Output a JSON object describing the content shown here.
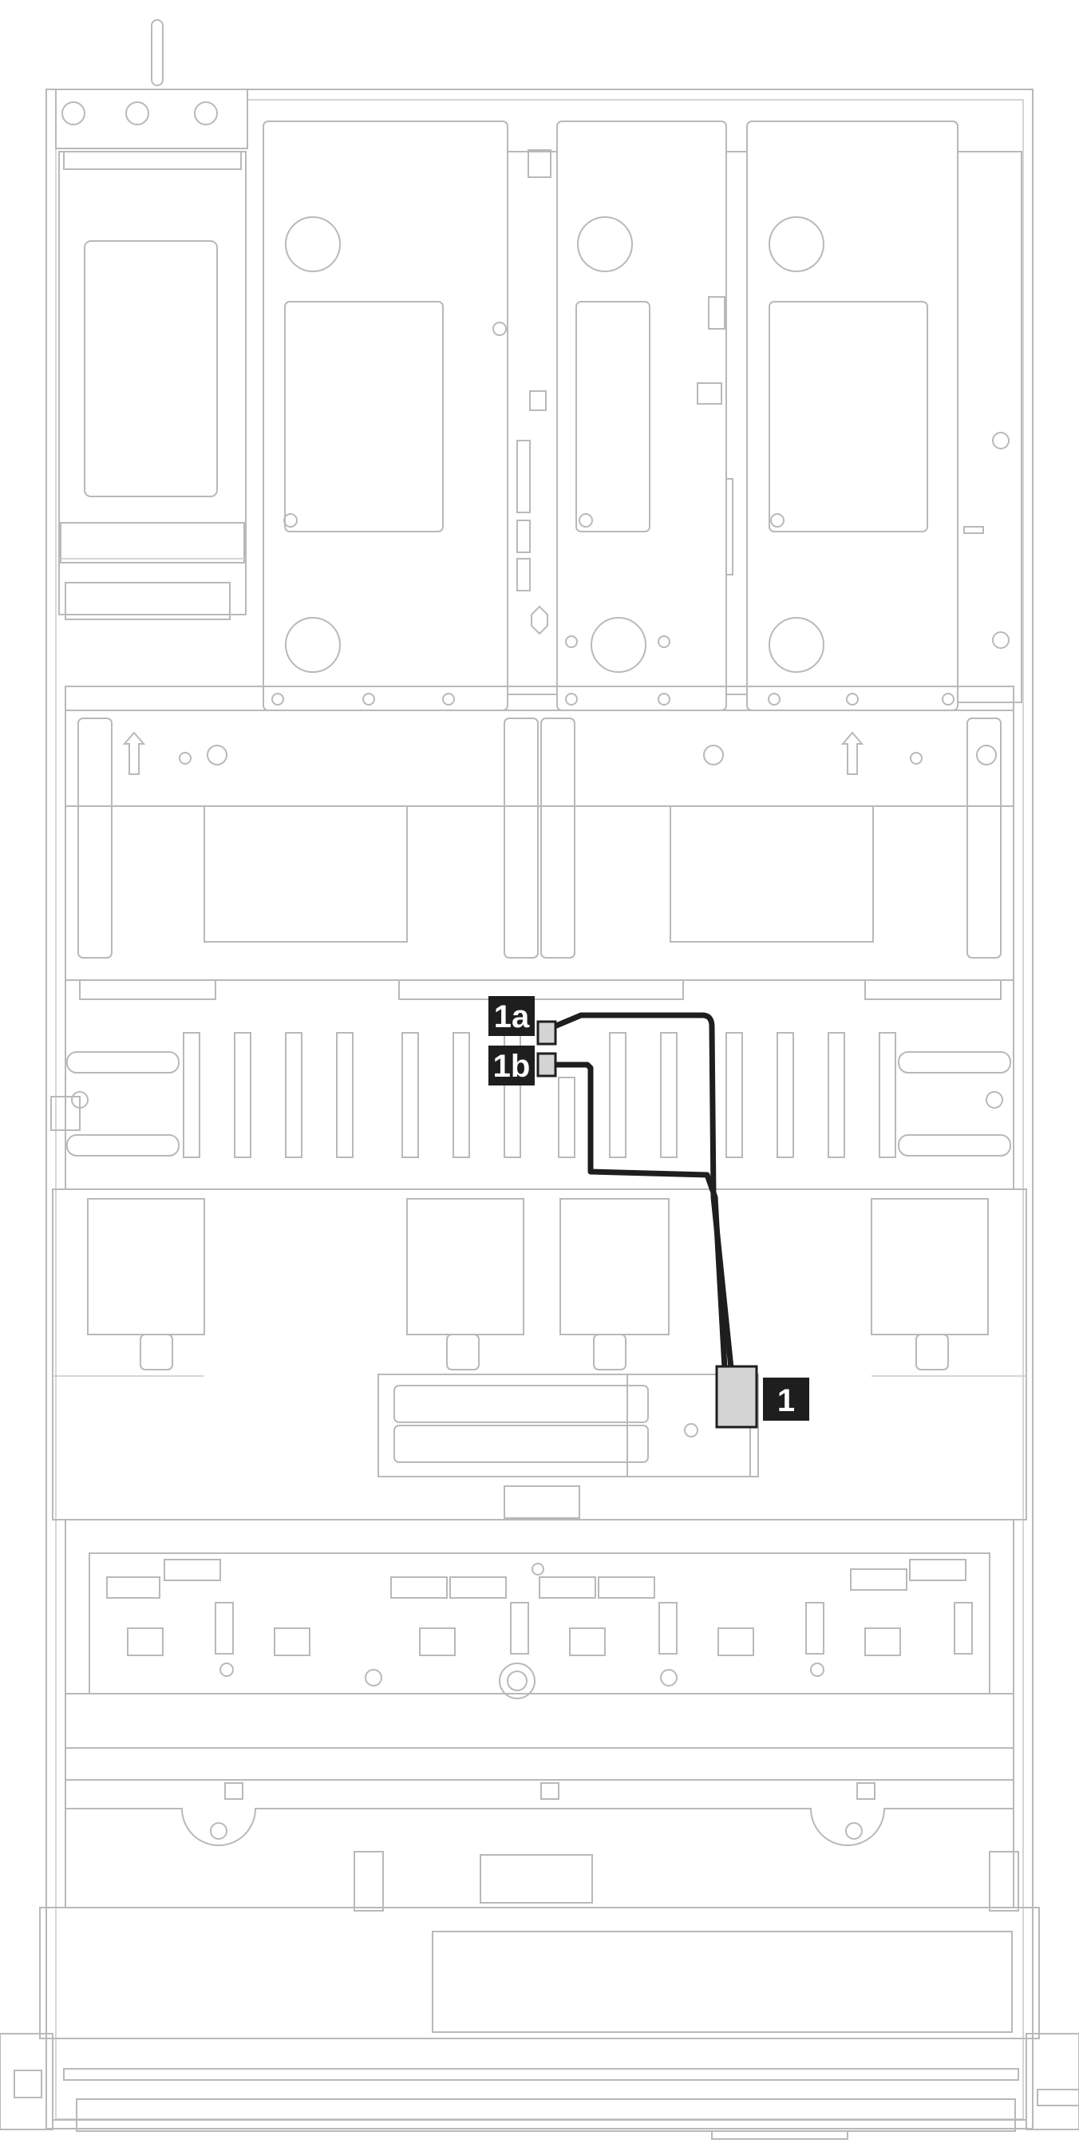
{
  "callouts": {
    "c1a": "1a",
    "c1b": "1b",
    "c1": "1"
  },
  "colors": {
    "line": "#b9b9b9",
    "cable": "#1e1e1e",
    "connector_fill": "#d4d4d4",
    "callout_background": "#1e1e1e",
    "callout_text": "#ffffff"
  }
}
